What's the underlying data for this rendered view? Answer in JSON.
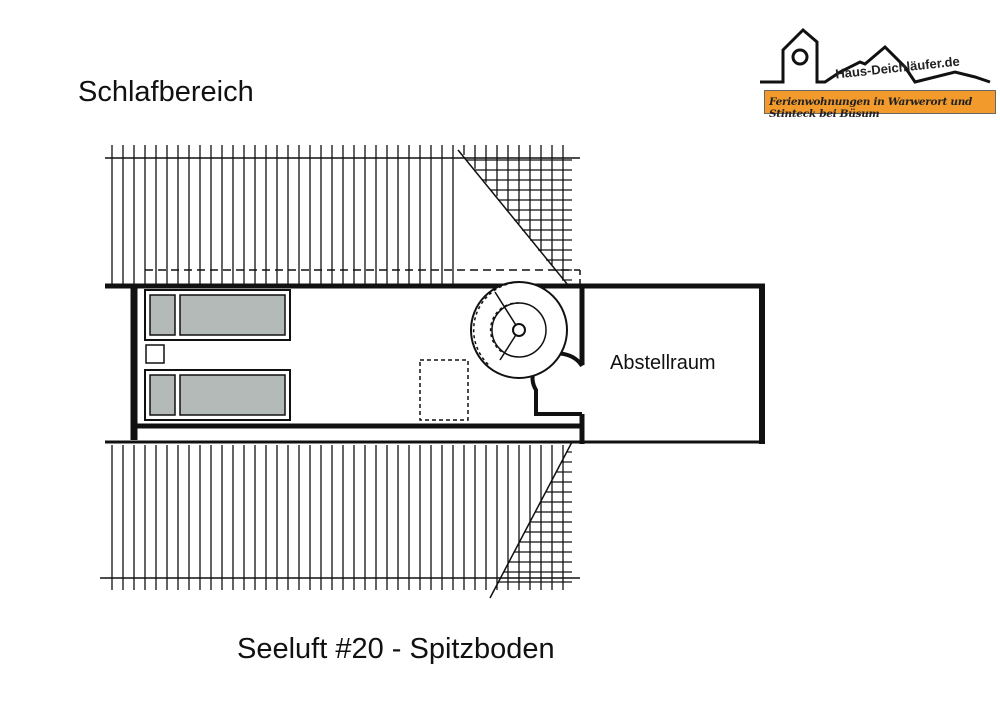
{
  "title": "Schlafbereich",
  "caption": "Seeluft #20 - Spitzboden",
  "rooms": {
    "storage": "Abstellraum"
  },
  "logo": {
    "name": "Haus-Deichläufer.de",
    "tagline": "Ferienwohnungen in Warwerort und Stinteck bei Büsum",
    "accent": "#f39a2c"
  },
  "colors": {
    "bed": "#b3bab8",
    "line": "#111111"
  }
}
